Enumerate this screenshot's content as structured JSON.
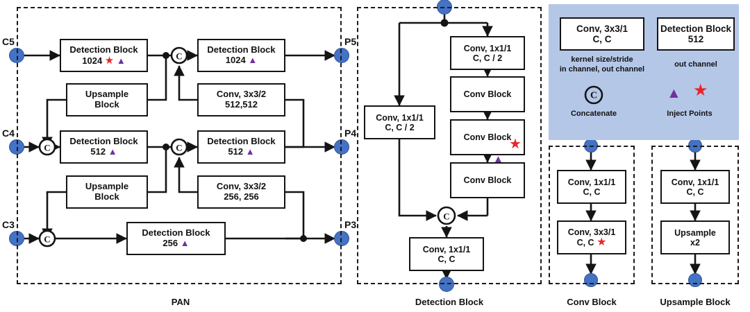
{
  "figure": {
    "type": "diagram",
    "title": "PAN / Detection Block / Conv Block / Upsample Block architecture",
    "colors": {
      "endpoint_blue": "#4472c4",
      "legend_background": "#b4c7e7",
      "inject_star_red": "#e8262a",
      "inject_triangle_purple": "#7030a0",
      "stroke_black": "#141414"
    }
  },
  "pan": {
    "group_label": "PAN",
    "inputs": [
      {
        "name": "C5"
      },
      {
        "name": "C4"
      },
      {
        "name": "C3"
      }
    ],
    "outputs": [
      {
        "name": "P5"
      },
      {
        "name": "P4"
      },
      {
        "name": "P3"
      }
    ],
    "blocks": {
      "det_c5": {
        "l1": "Detection Block",
        "l2": "1024",
        "markers": "star+triangle"
      },
      "det_p5": {
        "l1": "Detection Block",
        "l2": "1024",
        "markers": "triangle"
      },
      "ups_top": {
        "l1": "Upsample",
        "l2": "Block",
        "markers": "none"
      },
      "conv_top": {
        "l1": "Conv, 3x3/2",
        "l2": "512,512",
        "markers": "none"
      },
      "det_c4": {
        "l1": "Detection Block",
        "l2": "512",
        "markers": "triangle"
      },
      "det_p4": {
        "l1": "Detection Block",
        "l2": "512",
        "markers": "triangle"
      },
      "ups_bot": {
        "l1": "Upsample",
        "l2": "Block",
        "markers": "none"
      },
      "conv_bot": {
        "l1": "Conv, 3x3/2",
        "l2": "256, 256",
        "markers": "none"
      },
      "det_c3": {
        "l1": "Detection Block",
        "l2": "256",
        "markers": "triangle"
      }
    },
    "concat_symbol": "C"
  },
  "detection_block": {
    "group_label": "Detection Block",
    "blocks": {
      "left_conv": {
        "l1": "Conv, 1x1/1",
        "l2": "C, C / 2",
        "markers": "none"
      },
      "right_conv": {
        "l1": "Conv, 1x1/1",
        "l2": "C, C / 2",
        "markers": "none"
      },
      "conv_block_1": {
        "l1": "Conv Block",
        "l2": "",
        "markers": "none"
      },
      "conv_block_2": {
        "l1": "Conv Block",
        "l2": "",
        "markers": "star"
      },
      "conv_block_3": {
        "l1": "Conv Block",
        "l2": "",
        "markers": "none"
      },
      "out_conv": {
        "l1": "Conv, 1x1/1",
        "l2": "C, C",
        "markers": "none"
      }
    },
    "edge_marker_triangle": true,
    "concat_symbol": "C"
  },
  "conv_block": {
    "group_label": "Conv Block",
    "blocks": {
      "first": {
        "l1": "Conv, 1x1/1",
        "l2": "C, C",
        "markers": "none"
      },
      "second": {
        "l1": "Conv, 3x3/1",
        "l2": "C, C",
        "markers": "star"
      }
    }
  },
  "upsample_block": {
    "group_label": "Upsample Block",
    "blocks": {
      "first": {
        "l1": "Conv, 1x1/1",
        "l2": "C, C",
        "markers": "none"
      },
      "second": {
        "l1": "Upsample",
        "l2": "x2",
        "markers": "none"
      }
    }
  },
  "legend": {
    "conv_example": {
      "l1": "Conv, 3x3/1",
      "l2": "C, C"
    },
    "conv_caption_line1": "kernel size/stride",
    "conv_caption_line2": "in channel, out channel",
    "detection_example": {
      "l1": "Detection Block",
      "l2": "512"
    },
    "detection_caption": "out channel",
    "concat_symbol": "C",
    "concat_caption": "Concatenate",
    "inject_caption": "Inject Points"
  }
}
